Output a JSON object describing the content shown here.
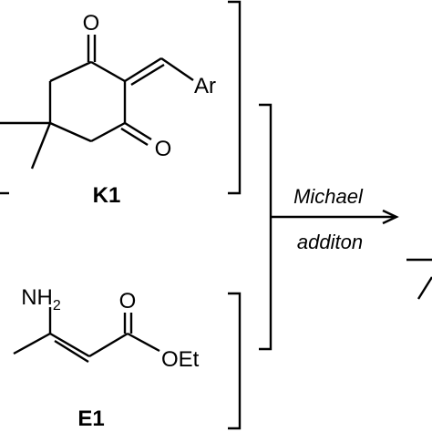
{
  "diagram": {
    "k1": {
      "label": "K1",
      "atom_o_top": "O",
      "atom_o_right": "O",
      "atom_ar": "Ar"
    },
    "e1": {
      "label": "E1",
      "atom_nh": "NH",
      "atom_nh_sub": "2",
      "atom_o": "O",
      "atom_oet": "OEt"
    },
    "reaction": {
      "condition_line1": "Michael",
      "condition_line2": "additon"
    }
  }
}
